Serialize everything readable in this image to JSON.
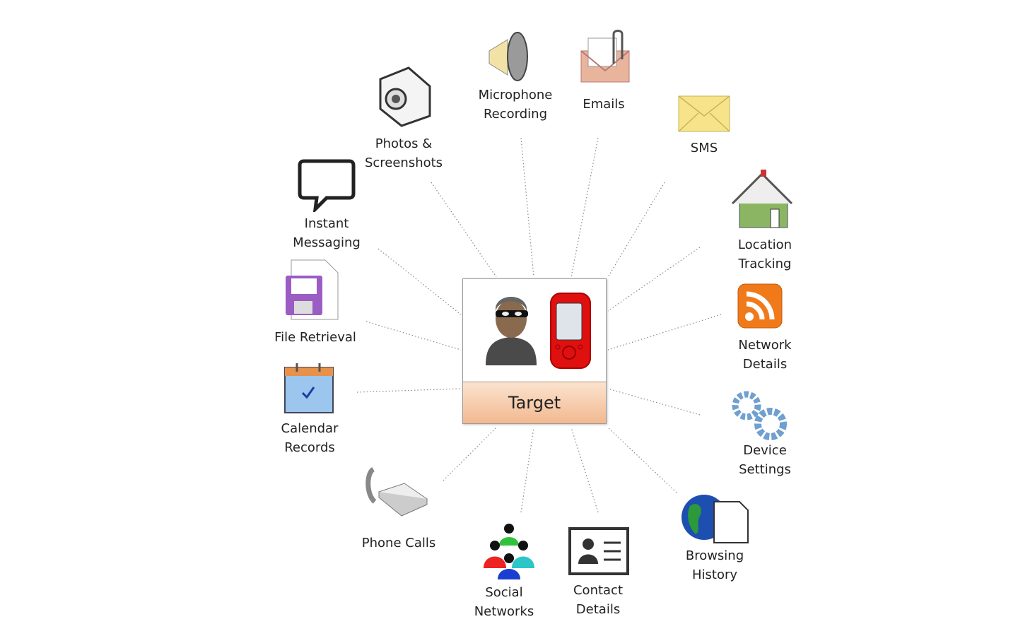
{
  "center": {
    "label": "Target",
    "icons": [
      "hacker-icon",
      "mobile-device-icon"
    ]
  },
  "nodes": [
    {
      "id": "photos",
      "label": "Photos &\nScreenshots",
      "icon": "camera-icon"
    },
    {
      "id": "microphone",
      "label": "Microphone\nRecording",
      "icon": "speaker-icon"
    },
    {
      "id": "emails",
      "label": "Emails",
      "icon": "email-attachment-icon"
    },
    {
      "id": "sms",
      "label": "SMS",
      "icon": "envelope-icon"
    },
    {
      "id": "location",
      "label": "Location\nTracking",
      "icon": "house-icon"
    },
    {
      "id": "network",
      "label": "Network\nDetails",
      "icon": "rss-icon"
    },
    {
      "id": "device",
      "label": "Device\nSettings",
      "icon": "gears-icon"
    },
    {
      "id": "browsing",
      "label": "Browsing\nHistory",
      "icon": "globe-page-icon"
    },
    {
      "id": "contact",
      "label": "Contact\nDetails",
      "icon": "contact-card-icon"
    },
    {
      "id": "social",
      "label": "Social\nNetworks",
      "icon": "people-group-icon"
    },
    {
      "id": "phone",
      "label": "Phone Calls",
      "icon": "telephone-icon"
    },
    {
      "id": "calendar",
      "label": "Calendar\nRecords",
      "icon": "calendar-icon"
    },
    {
      "id": "file",
      "label": "File Retrieval",
      "icon": "floppy-file-icon"
    },
    {
      "id": "im",
      "label": "Instant\nMessaging",
      "icon": "speech-bubble-icon"
    }
  ],
  "colors": {
    "band_top": "#fbe3cf",
    "band_bottom": "#f2b98f",
    "line": "#888888"
  }
}
